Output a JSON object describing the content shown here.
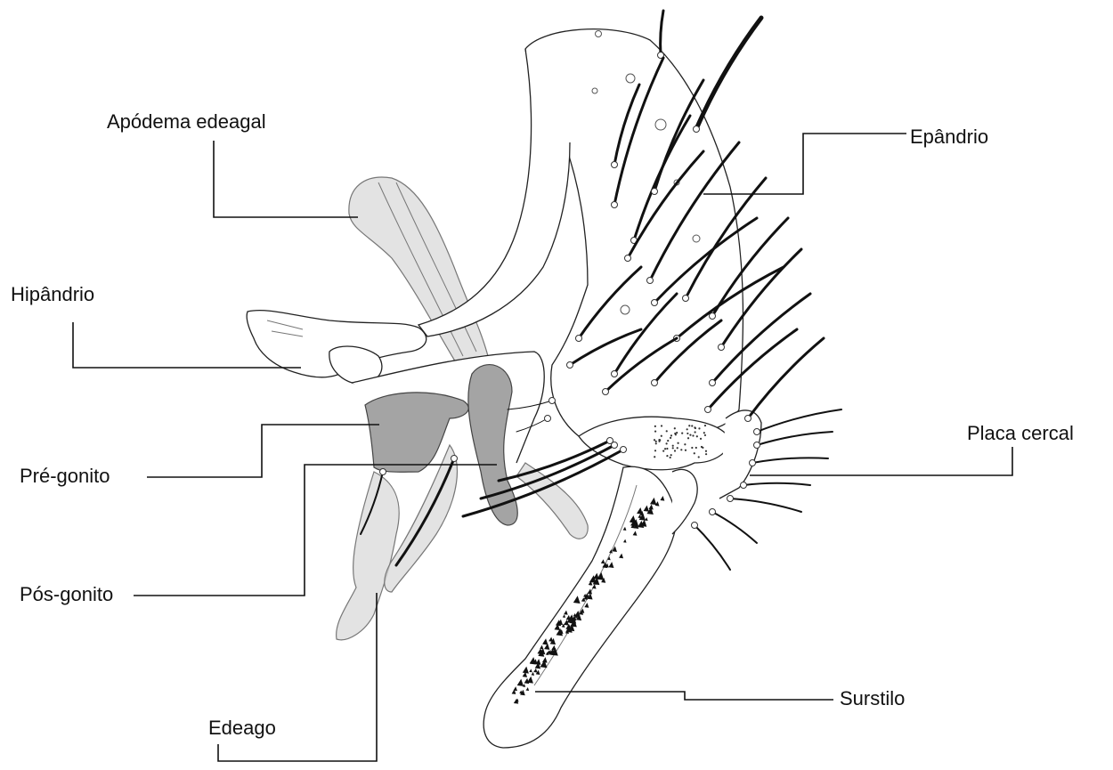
{
  "labels": {
    "apodema": "Apódema edeagal",
    "epandrio": "Epândrio",
    "hipandrio": "Hipândrio",
    "placa_cercal": "Placa cercal",
    "pre_gonito": "Pré-gonito",
    "pos_gonito": "Pós-gonito",
    "edeago": "Edeago",
    "surstilo": "Surstilo"
  },
  "colors": {
    "outline": "#222222",
    "translucent_fill": "#d9d9d9",
    "dark_fill": "#8d8d8d",
    "bristle": "#111111"
  }
}
